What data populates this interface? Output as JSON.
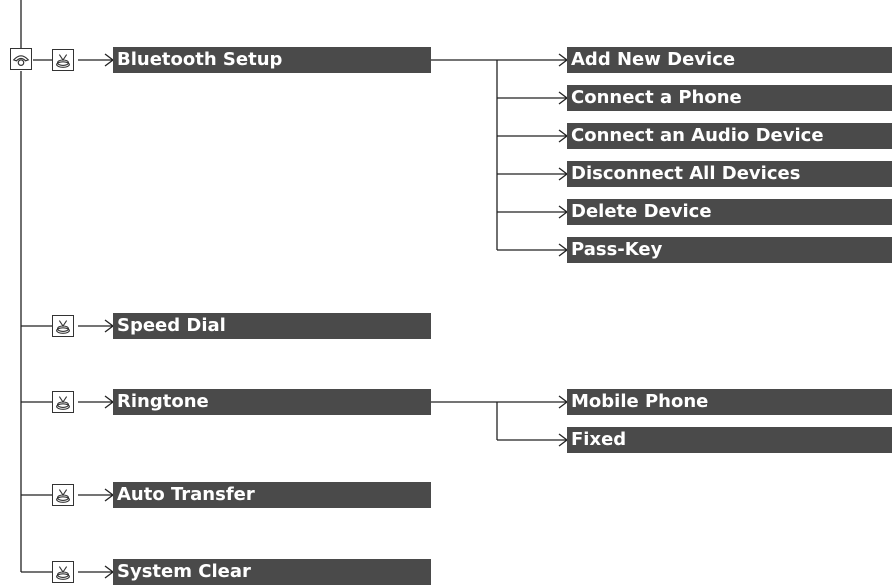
{
  "root_icon": "phone-icon",
  "item_icon": "select-knob-icon",
  "menu": [
    {
      "label": "Bluetooth Setup",
      "children": [
        "Add New Device",
        "Connect a Phone",
        "Connect an Audio Device",
        "Disconnect All Devices",
        "Delete Device",
        "Pass-Key"
      ]
    },
    {
      "label": "Speed Dial",
      "children": []
    },
    {
      "label": "Ringtone",
      "children": [
        "Mobile Phone",
        "Fixed"
      ]
    },
    {
      "label": "Auto Transfer",
      "children": []
    },
    {
      "label": "System Clear",
      "children": []
    }
  ]
}
